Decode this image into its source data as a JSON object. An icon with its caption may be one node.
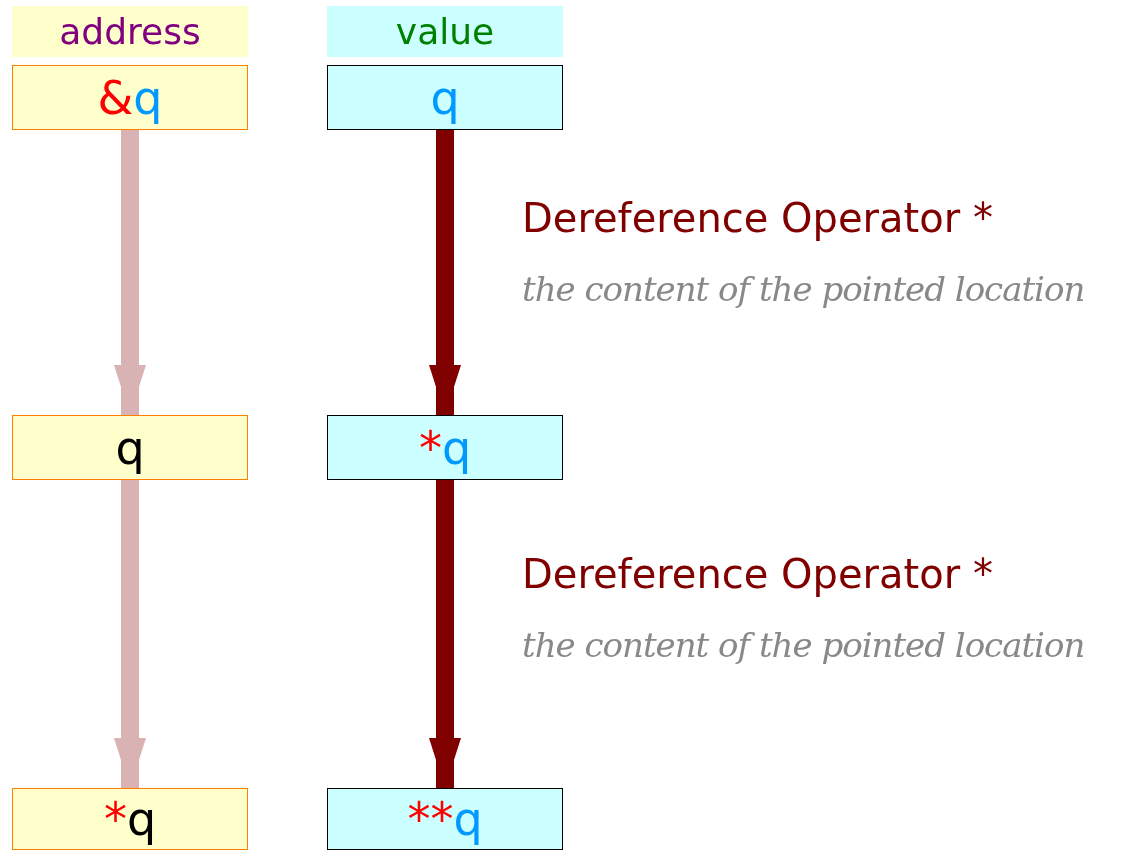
{
  "diagram": {
    "nodes": [
      {
        "text": [
          "address"
        ]
      },
      {
        "text": [
          "value"
        ]
      },
      {
        "text": [
          "&q"
        ]
      },
      {
        "text": [
          "q"
        ]
      },
      {
        "text": [
          "q"
        ]
      },
      {
        "text": [
          "*q"
        ]
      },
      {
        "text": [
          "*q"
        ]
      },
      {
        "text": [
          "**q"
        ]
      }
    ],
    "edges": [
      {
        "from": 2,
        "to": 4,
        "arrow": "to",
        "color": "#d9b3b3"
      },
      {
        "from": 3,
        "to": 5,
        "arrow": "to",
        "color": "#800000"
      },
      {
        "from": 4,
        "to": 6,
        "arrow": "to",
        "color": "#d9b3b3"
      },
      {
        "from": 5,
        "to": 7,
        "arrow": "to",
        "color": "#800000"
      }
    ],
    "labels": [
      "Dereference Operator *",
      "the content of the pointed location",
      "Dereference Operator *",
      "the content of the pointed location"
    ]
  }
}
